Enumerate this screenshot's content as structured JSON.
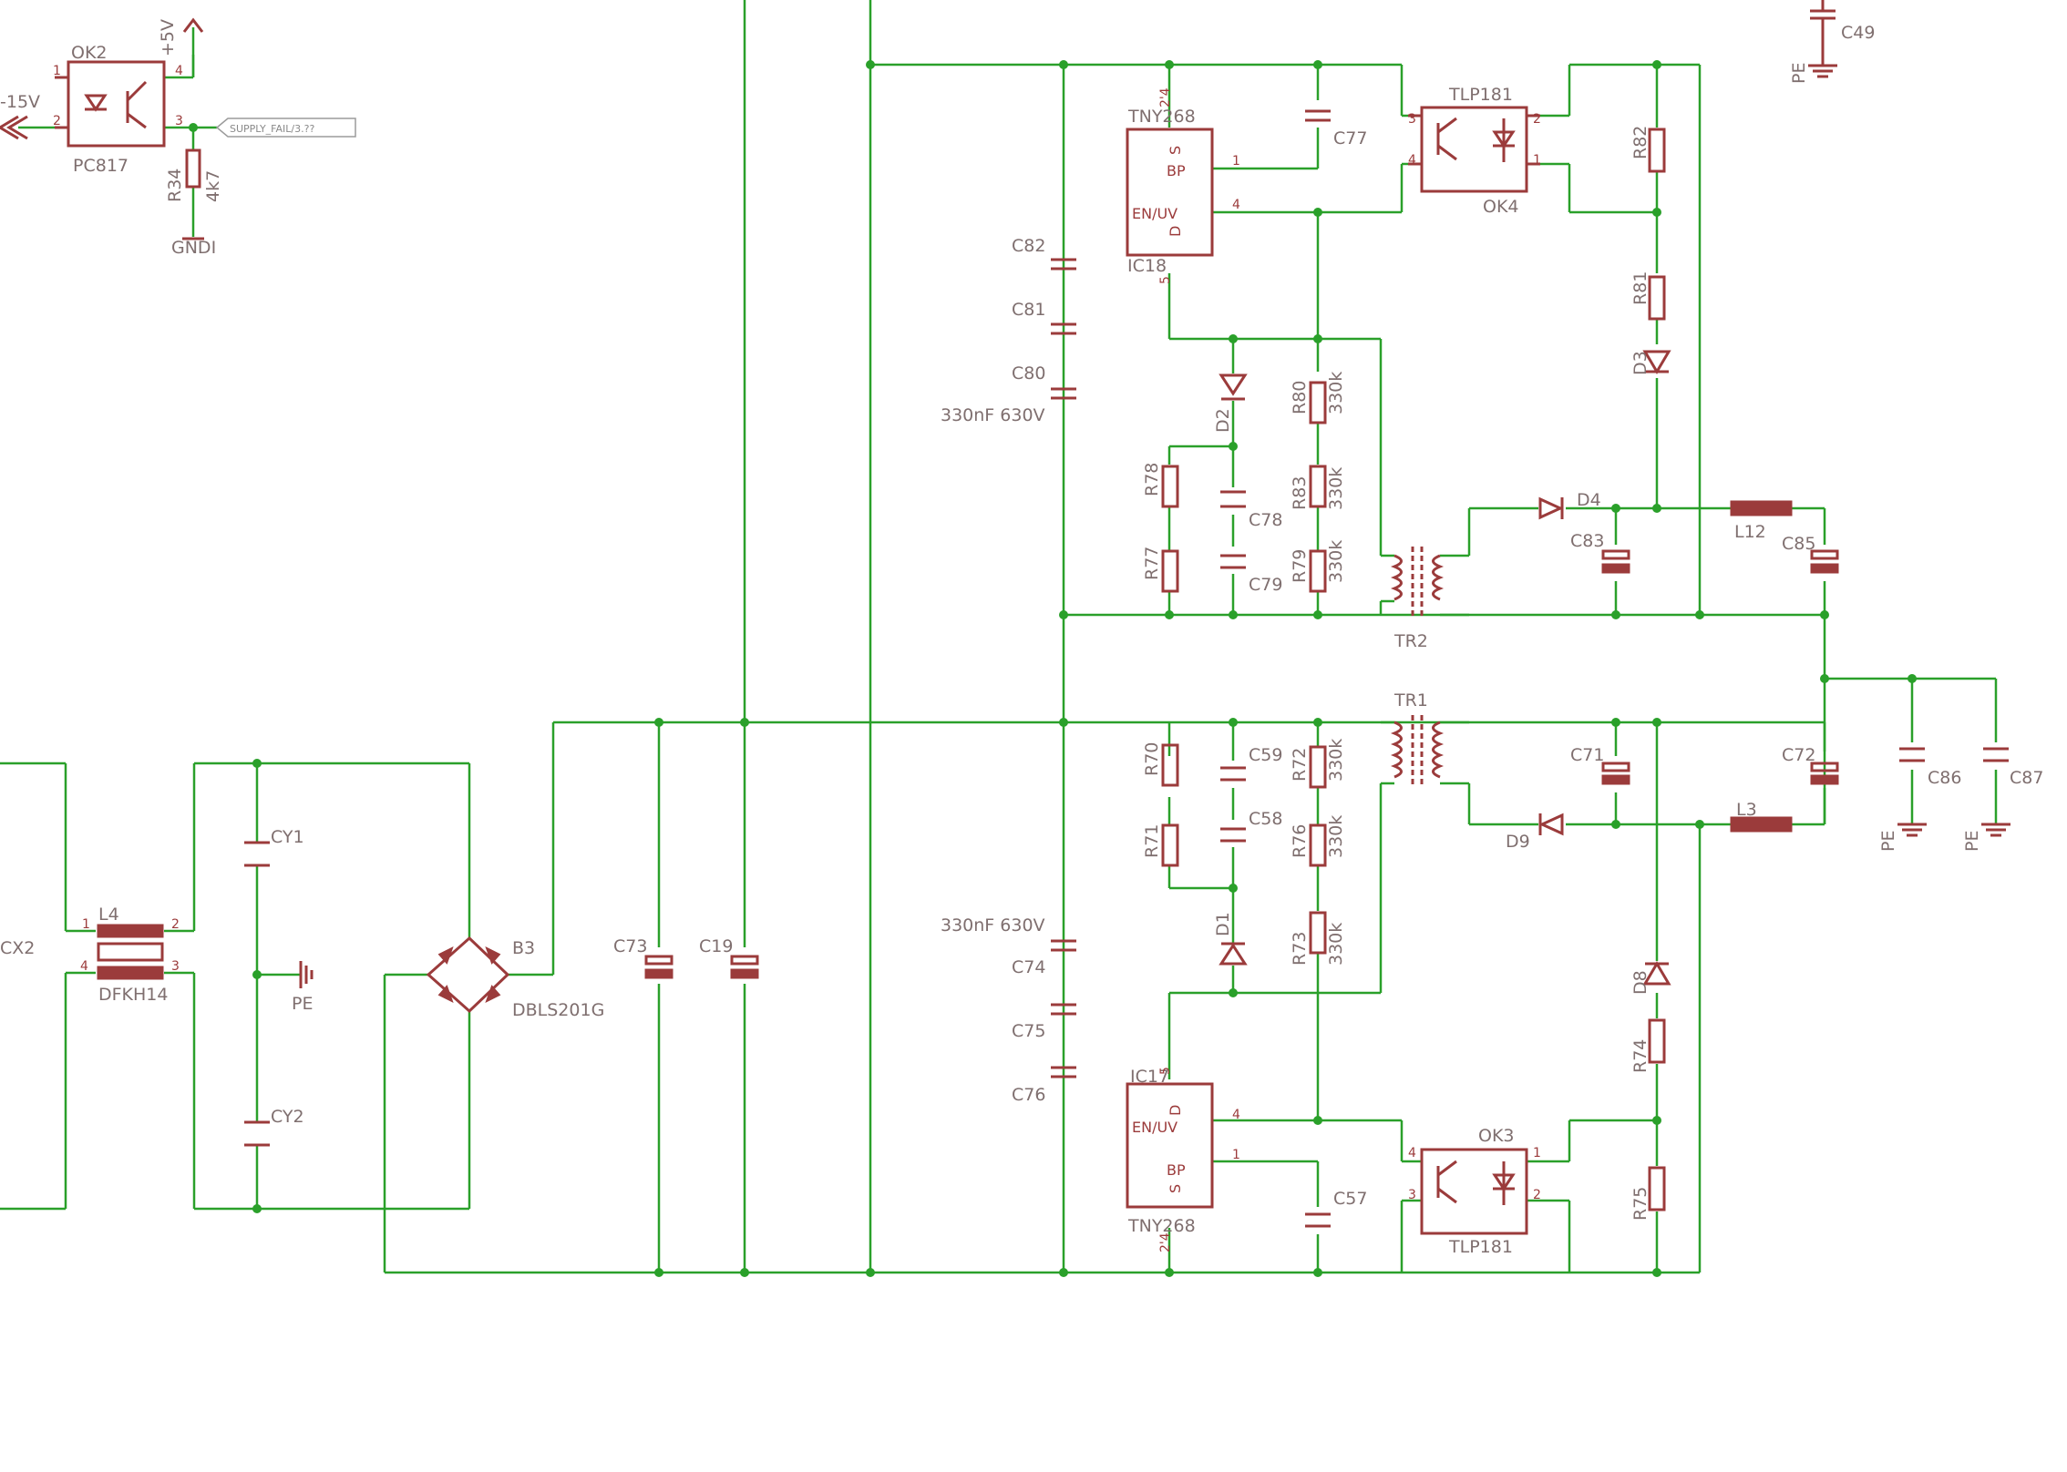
{
  "colors": {
    "wire": "#2aa02a",
    "symbol": "#9b3b3b",
    "text": "#7f6f6f",
    "junction": "#2aa02a",
    "background": "#ffffff"
  },
  "top_left": {
    "optocoupler": {
      "name": "OK2",
      "part": "PC817"
    },
    "supply_pos": "+5V",
    "supply_neg": "-15V",
    "net_label": "SUPPLY_FAIL/3.??",
    "resistor": {
      "name": "R34",
      "value": "4k7"
    },
    "ground": "GNDI"
  },
  "c49": {
    "name": "C49",
    "ground": "PE"
  },
  "input_stage": {
    "connector": "CX2",
    "choke": {
      "name": "L4",
      "part": "DFKH14"
    },
    "cy1": "CY1",
    "cy2": "CY2",
    "pe": "PE",
    "bridge": {
      "name": "B3",
      "part": "DBLS201G"
    },
    "c73": "C73",
    "c19": "C19"
  },
  "upper_converter": {
    "ic": {
      "name": "IC18",
      "part": "TNY268",
      "pins": [
        "BP",
        "EN/UV",
        "S",
        "D"
      ]
    },
    "caps_series": [
      "C82",
      "C81",
      "C80"
    ],
    "caps_value": "330nF 630V",
    "c77": "C77",
    "opto": {
      "name": "OK4",
      "part": "TLP181"
    },
    "d2": "D2",
    "r78": "R78",
    "r77": "R77",
    "c78": "C78",
    "c79": "C79",
    "r80": {
      "name": "R80",
      "value": "330k"
    },
    "r83": {
      "name": "R83",
      "value": "330k"
    },
    "r79": {
      "name": "R79",
      "value": "330k"
    },
    "transformer": "TR2",
    "d4": "D4",
    "c83": "C83",
    "l12": "L12",
    "c85": "C85",
    "r82": "R82",
    "r81": "R81",
    "d3": "D3"
  },
  "lower_converter": {
    "ic": {
      "name": "IC17",
      "part": "TNY268",
      "pins": [
        "EN/UV",
        "BP",
        "S",
        "D"
      ]
    },
    "caps_series": [
      "C74",
      "C75",
      "C76"
    ],
    "caps_value": "330nF 630V",
    "c57": "C57",
    "opto": {
      "name": "OK3",
      "part": "TLP181"
    },
    "d1": "D1",
    "r70": "R70",
    "r71": "R71",
    "c59": "C59",
    "c58": "C58",
    "r72": {
      "name": "R72",
      "value": "330k"
    },
    "r76": {
      "name": "R76",
      "value": "330k"
    },
    "r73": {
      "name": "R73",
      "value": "330k"
    },
    "transformer": "TR1",
    "d9": "D9",
    "c71": "C71",
    "l3": "L3",
    "c72": "C72",
    "d8": "D8",
    "r74": "R74",
    "r75": "R75"
  },
  "output_filter": {
    "c86": {
      "name": "C86",
      "ground": "PE"
    },
    "c87": {
      "name": "C87",
      "ground": "PE"
    }
  },
  "pin_numbers": {
    "p1": "1",
    "p2": "2",
    "p3": "3",
    "p4": "4",
    "p5": "5",
    "p24": "2'4"
  }
}
